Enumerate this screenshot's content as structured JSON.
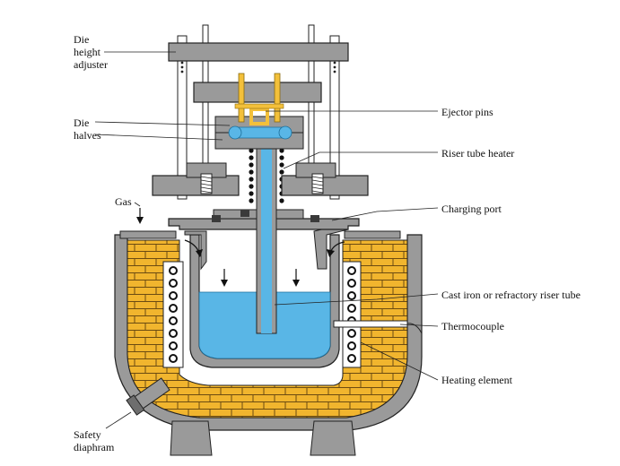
{
  "labels": {
    "die_height_adjuster": [
      "Die",
      "height",
      "adjuster"
    ],
    "die_halves": [
      "Die",
      "halves"
    ],
    "gas": "Gas",
    "safety_diaphram": [
      "Safety",
      "diaphram"
    ],
    "ejector_pins": "Ejector pins",
    "riser_tube_heater": "Riser tube heater",
    "charging_port": "Charging port",
    "riser_tube": "Cast iron or refractory riser tube",
    "thermocouple": "Thermocouple",
    "heating_element": "Heating element"
  },
  "colors": {
    "steel": "#9a9a9a",
    "steel_dark": "#6e6e6e",
    "brick": "#f1b52e",
    "mortar": "#6b4b12",
    "metal_liquid": "#59b6e6",
    "metal_light": "#b7e0f4",
    "pins": "#f3c03a",
    "line": "#222222"
  }
}
